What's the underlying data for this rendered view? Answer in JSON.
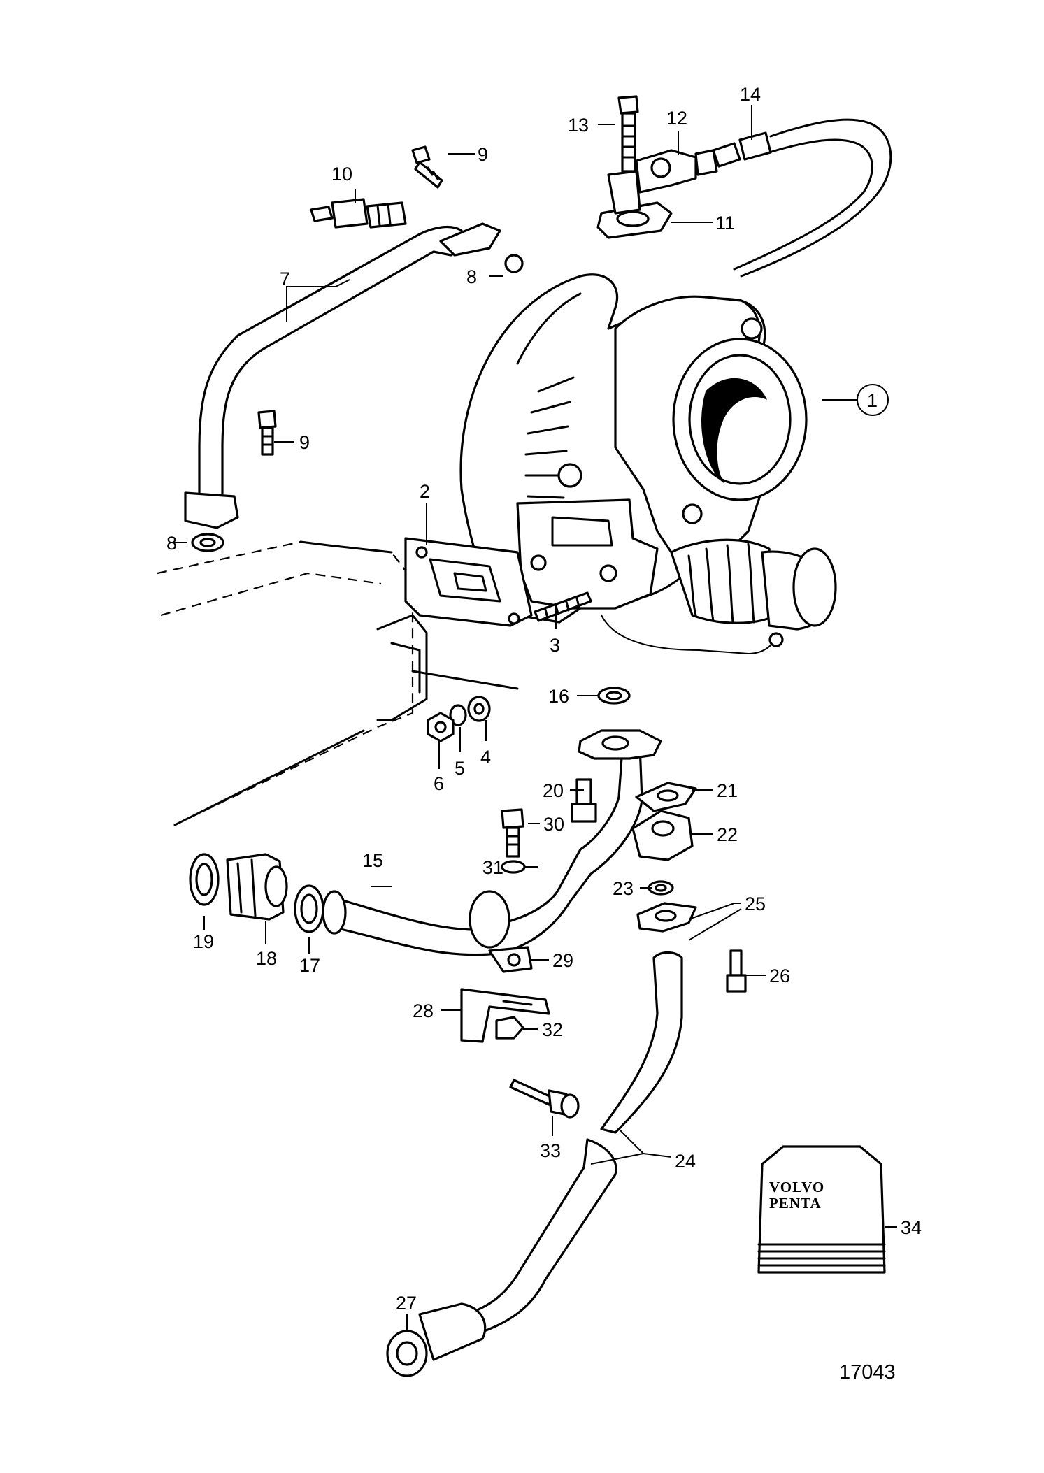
{
  "diagram": {
    "drawing_number": "17043",
    "brand_lines": [
      "VOLVO",
      "PENTA"
    ],
    "callouts": {
      "p1": "1",
      "p2": "2",
      "p3": "3",
      "p4": "4",
      "p5": "5",
      "p6": "6",
      "p7": "7",
      "p8a": "8",
      "p8b": "8",
      "p9a": "9",
      "p9b": "9",
      "p10": "10",
      "p11": "11",
      "p12": "12",
      "p13": "13",
      "p14": "14",
      "p15": "15",
      "p16": "16",
      "p17": "17",
      "p18": "18",
      "p19": "19",
      "p20": "20",
      "p21": "21",
      "p22": "22",
      "p23": "23",
      "p24": "24",
      "p25": "25",
      "p26": "26",
      "p27": "27",
      "p28": "28",
      "p29": "29",
      "p30": "30",
      "p31": "31",
      "p32": "32",
      "p33": "33",
      "p34": "34"
    }
  }
}
